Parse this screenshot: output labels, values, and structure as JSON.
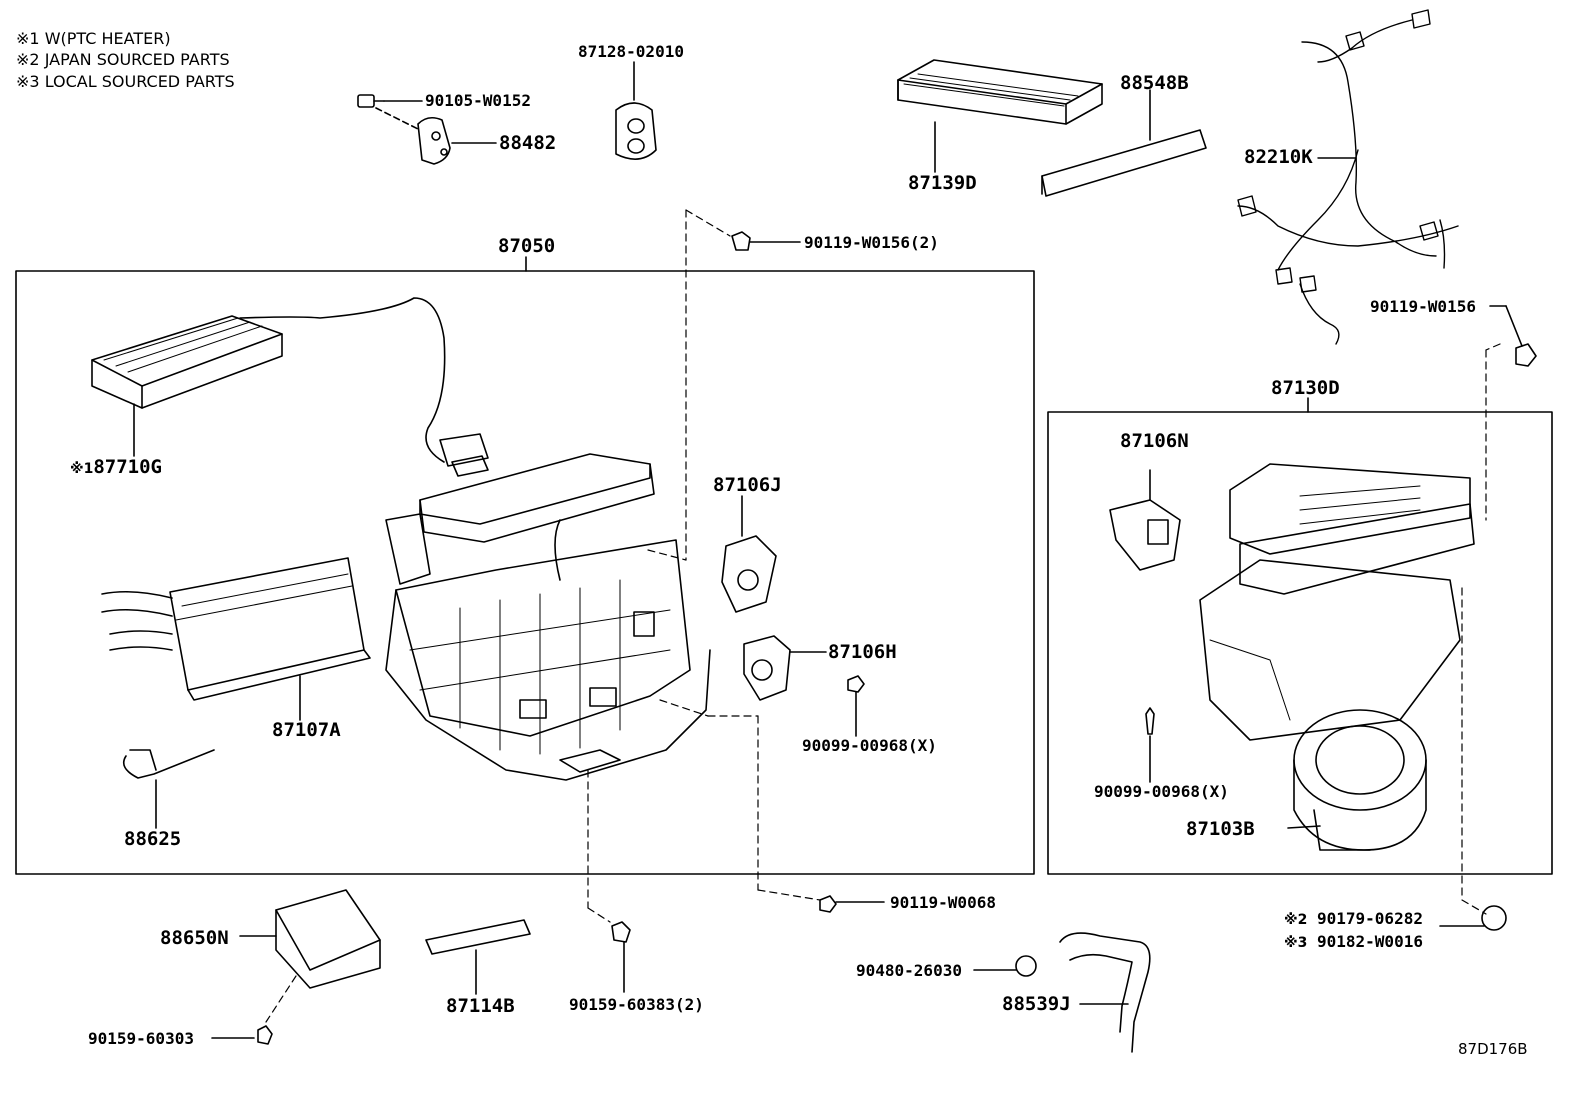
{
  "notes": [
    {
      "mark": "※1",
      "text": "W(PTC HEATER)"
    },
    {
      "mark": "※2",
      "text": "JAPAN SOURCED PARTS"
    },
    {
      "mark": "※3",
      "text": "LOCAL SOURCED PARTS"
    }
  ],
  "assemblies": {
    "main_unit": "87050",
    "blower_unit": "87130D"
  },
  "parts": {
    "p87128": "87128-02010",
    "p90105": "90105-W0152",
    "p88482": "88482",
    "p87139D": "87139D",
    "p88548B": "88548B",
    "p82210K": "82210K",
    "p90119_w0156_2": "90119-W0156(2)",
    "p90119_w0156": "90119-W0156",
    "p87710G_mark": "※1",
    "p87710G": "87710G",
    "p87106J": "87106J",
    "p87106H": "87106H",
    "p90099_a": "90099-00968(X)",
    "p87107A": "87107A",
    "p88625": "88625",
    "p87106N": "87106N",
    "p90099_b": "90099-00968(X)",
    "p87103B": "87103B",
    "p90119_w0068": "90119-W0068",
    "p88650N": "88650N",
    "p87114B": "87114B",
    "p90159_60383": "90159-60383(2)",
    "p90159_60303": "90159-60303",
    "p90480": "90480-26030",
    "p88539J": "88539J",
    "p90179_mark": "※2",
    "p90179": "90179-06282",
    "p90182_mark": "※3",
    "p90182": "90182-W0016"
  },
  "diagram_code": "87D176B"
}
